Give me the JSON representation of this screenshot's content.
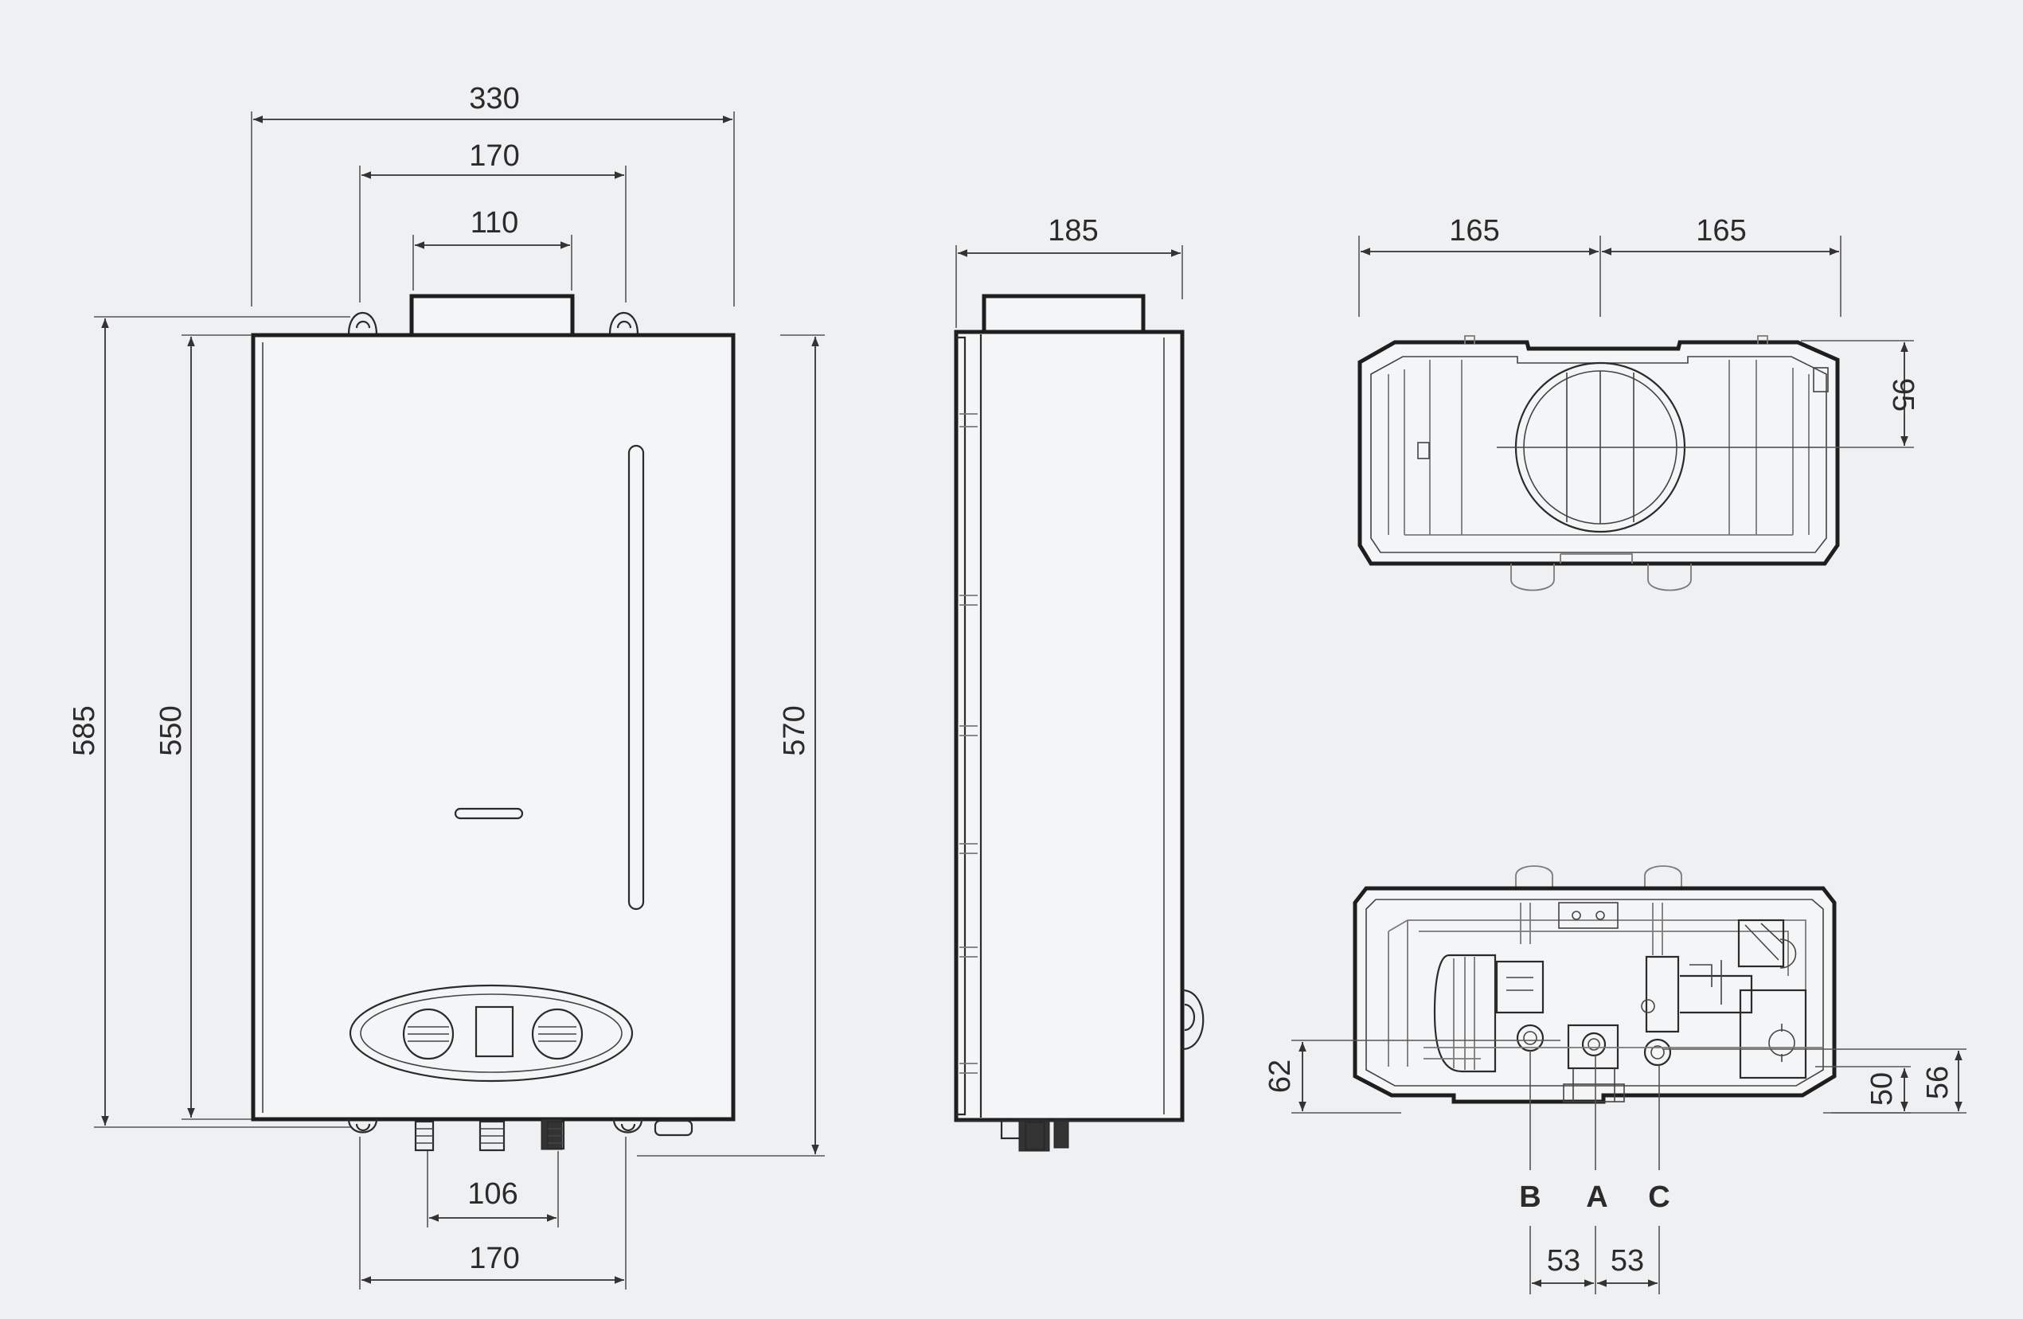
{
  "dimensions": {
    "front_width": "330",
    "front_bracket_spacing": "170",
    "front_flue_width": "110",
    "front_total_height": "585",
    "front_body_height": "550",
    "front_fitting_height": "570",
    "front_inlet_spacing": "106",
    "front_bottom_bracket_spacing": "170",
    "side_depth": "185",
    "top_left_half": "165",
    "top_right_half": "165",
    "top_flue_offset": "95",
    "bottom_left_offset": "62",
    "bottom_right_offset_a": "50",
    "bottom_right_offset_b": "56",
    "bottom_spacing_ba": "53",
    "bottom_spacing_ac": "53"
  },
  "connections": {
    "b": "B",
    "a": "A",
    "c": "C"
  },
  "colors": {
    "background": "#eff0f2",
    "line": "#2b2b2b"
  }
}
